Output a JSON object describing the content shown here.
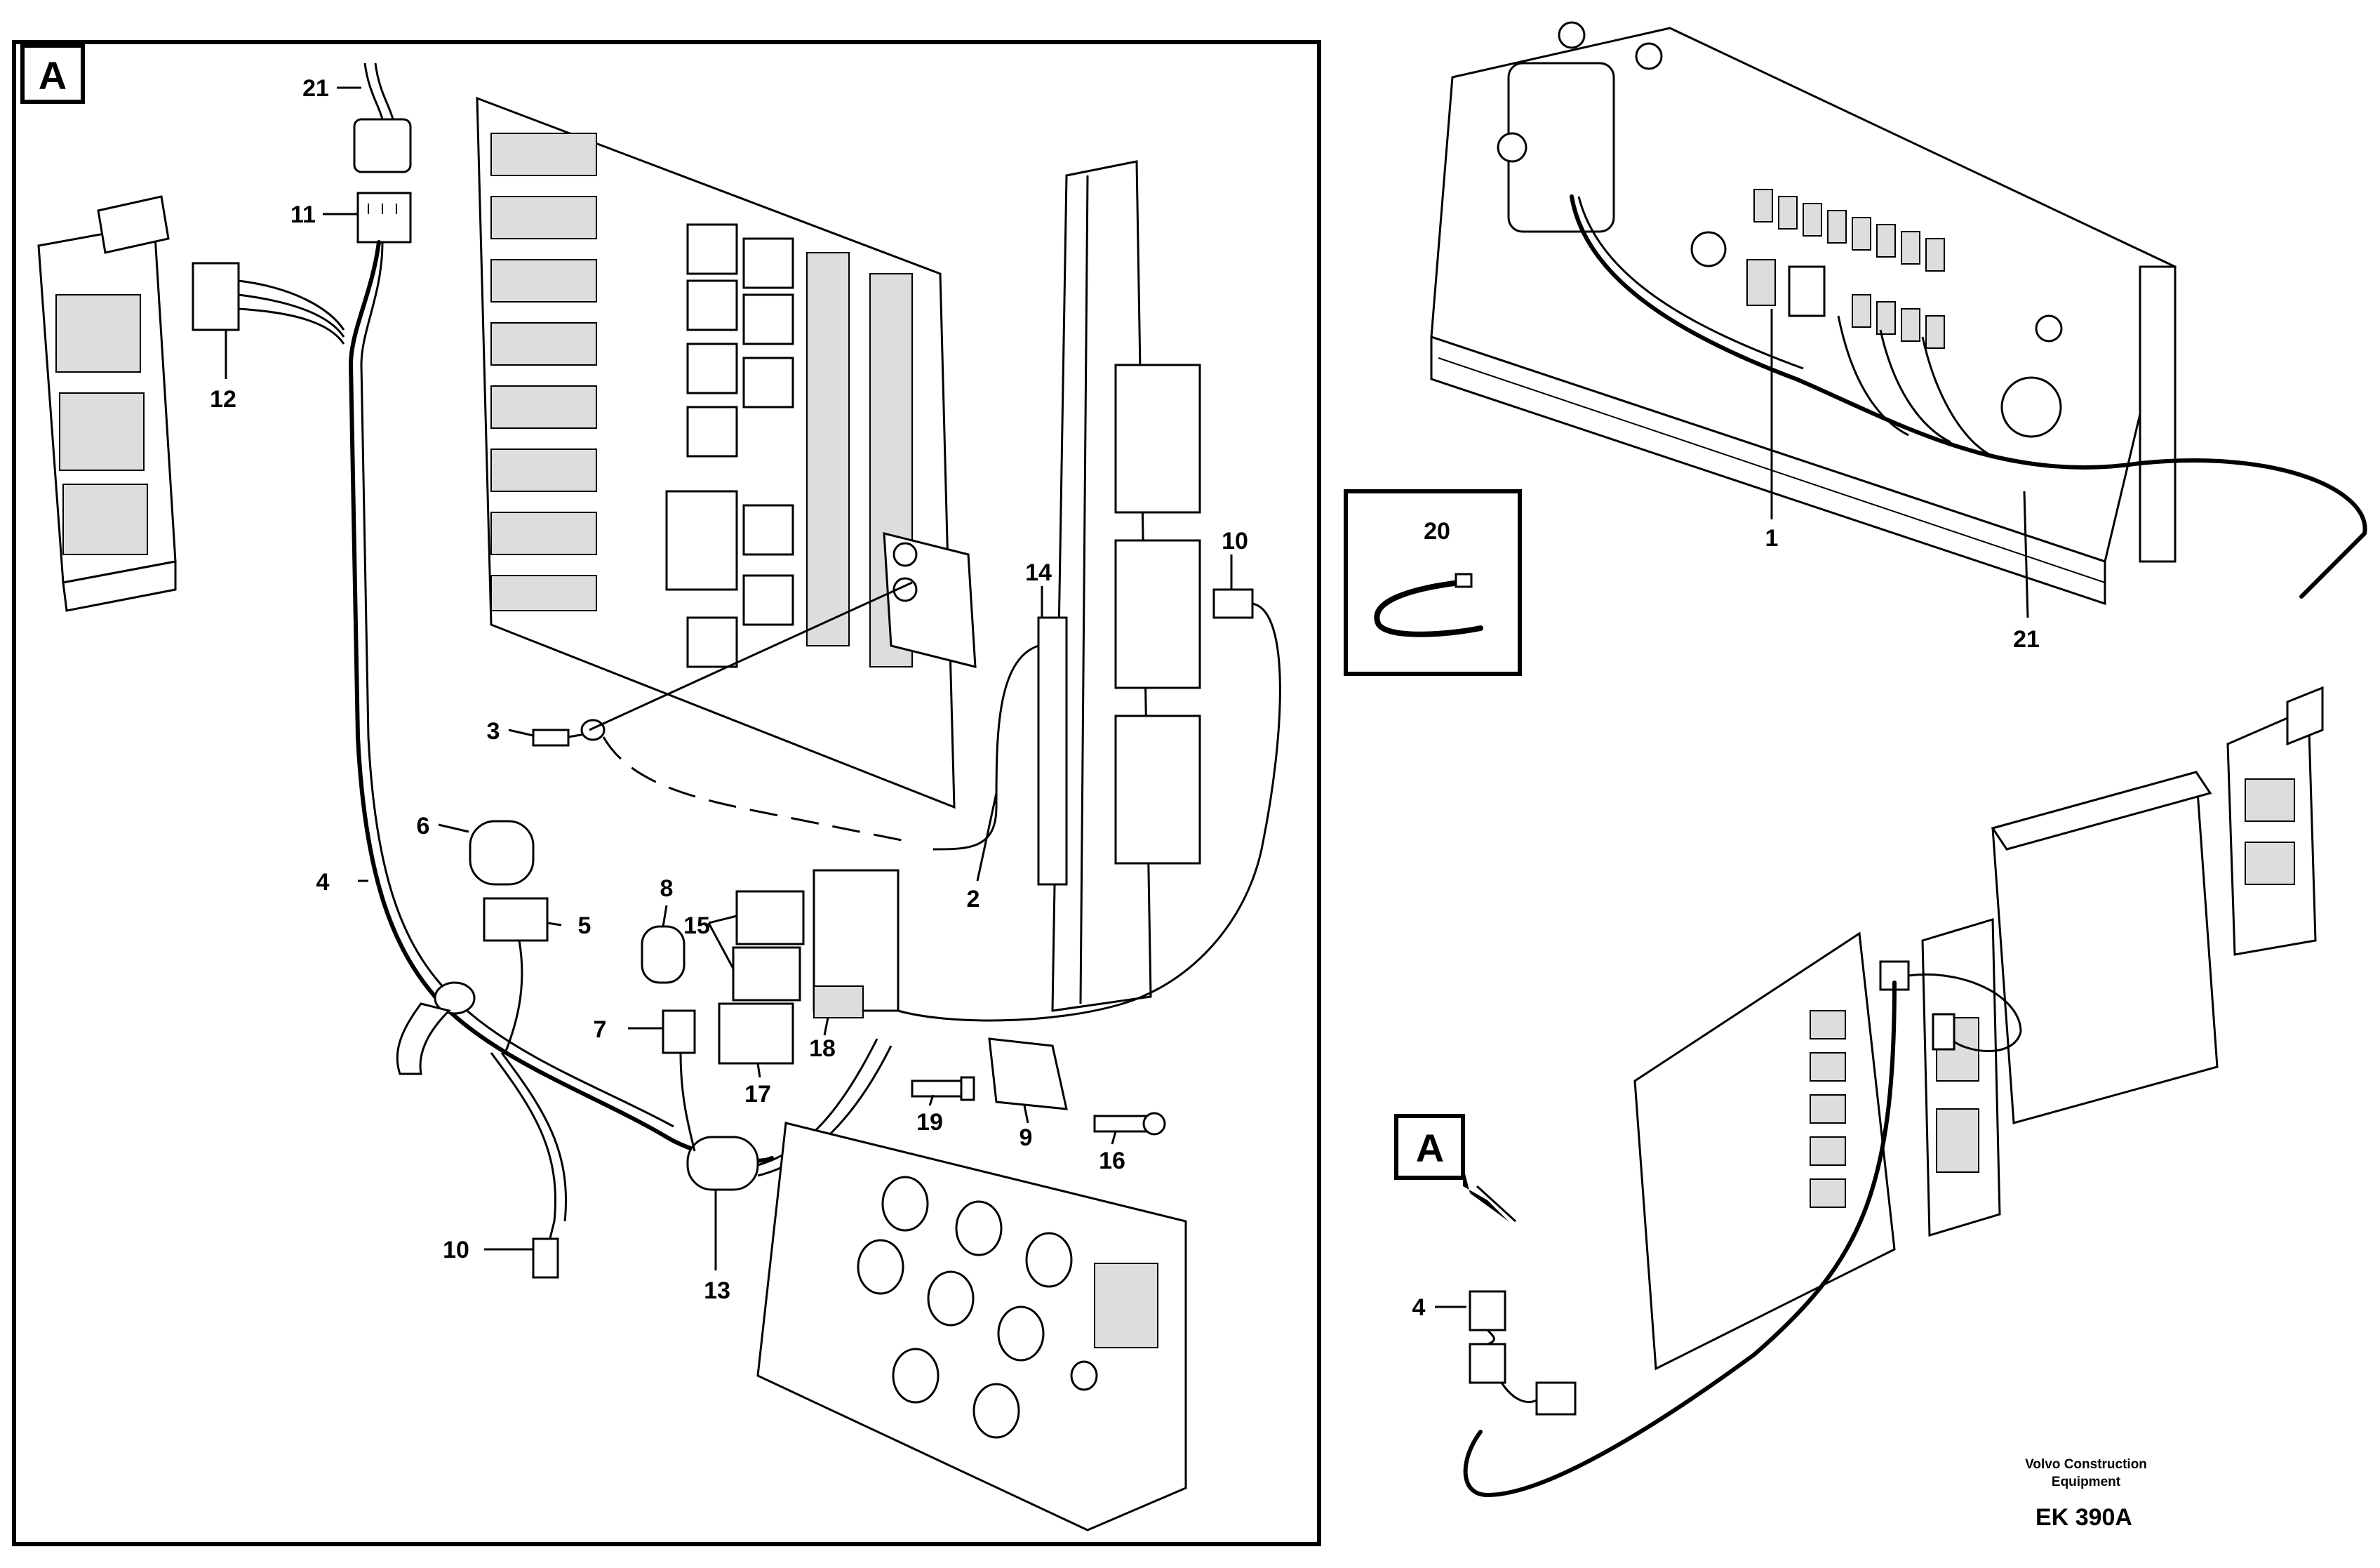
{
  "detail_box": {
    "label": "A"
  },
  "callout_box": {
    "label": "A"
  },
  "callouts": {
    "c21_left": "21",
    "c11": "11",
    "c12": "12",
    "c14": "14",
    "c10_top": "10",
    "c3": "3",
    "c6": "6",
    "c4_left": "4",
    "c5": "5",
    "c8": "8",
    "c15": "15",
    "c2": "2",
    "c7": "7",
    "c18": "18",
    "c17": "17",
    "c19": "19",
    "c9": "9",
    "c16": "16",
    "c10_bottom": "10",
    "c13": "13",
    "c20": "20",
    "c1": "1",
    "c21_right": "21",
    "c4_right": "4"
  },
  "footer": {
    "credit_line1": "Volvo Construction",
    "credit_line2": "Equipment",
    "code": "EK 390A"
  }
}
